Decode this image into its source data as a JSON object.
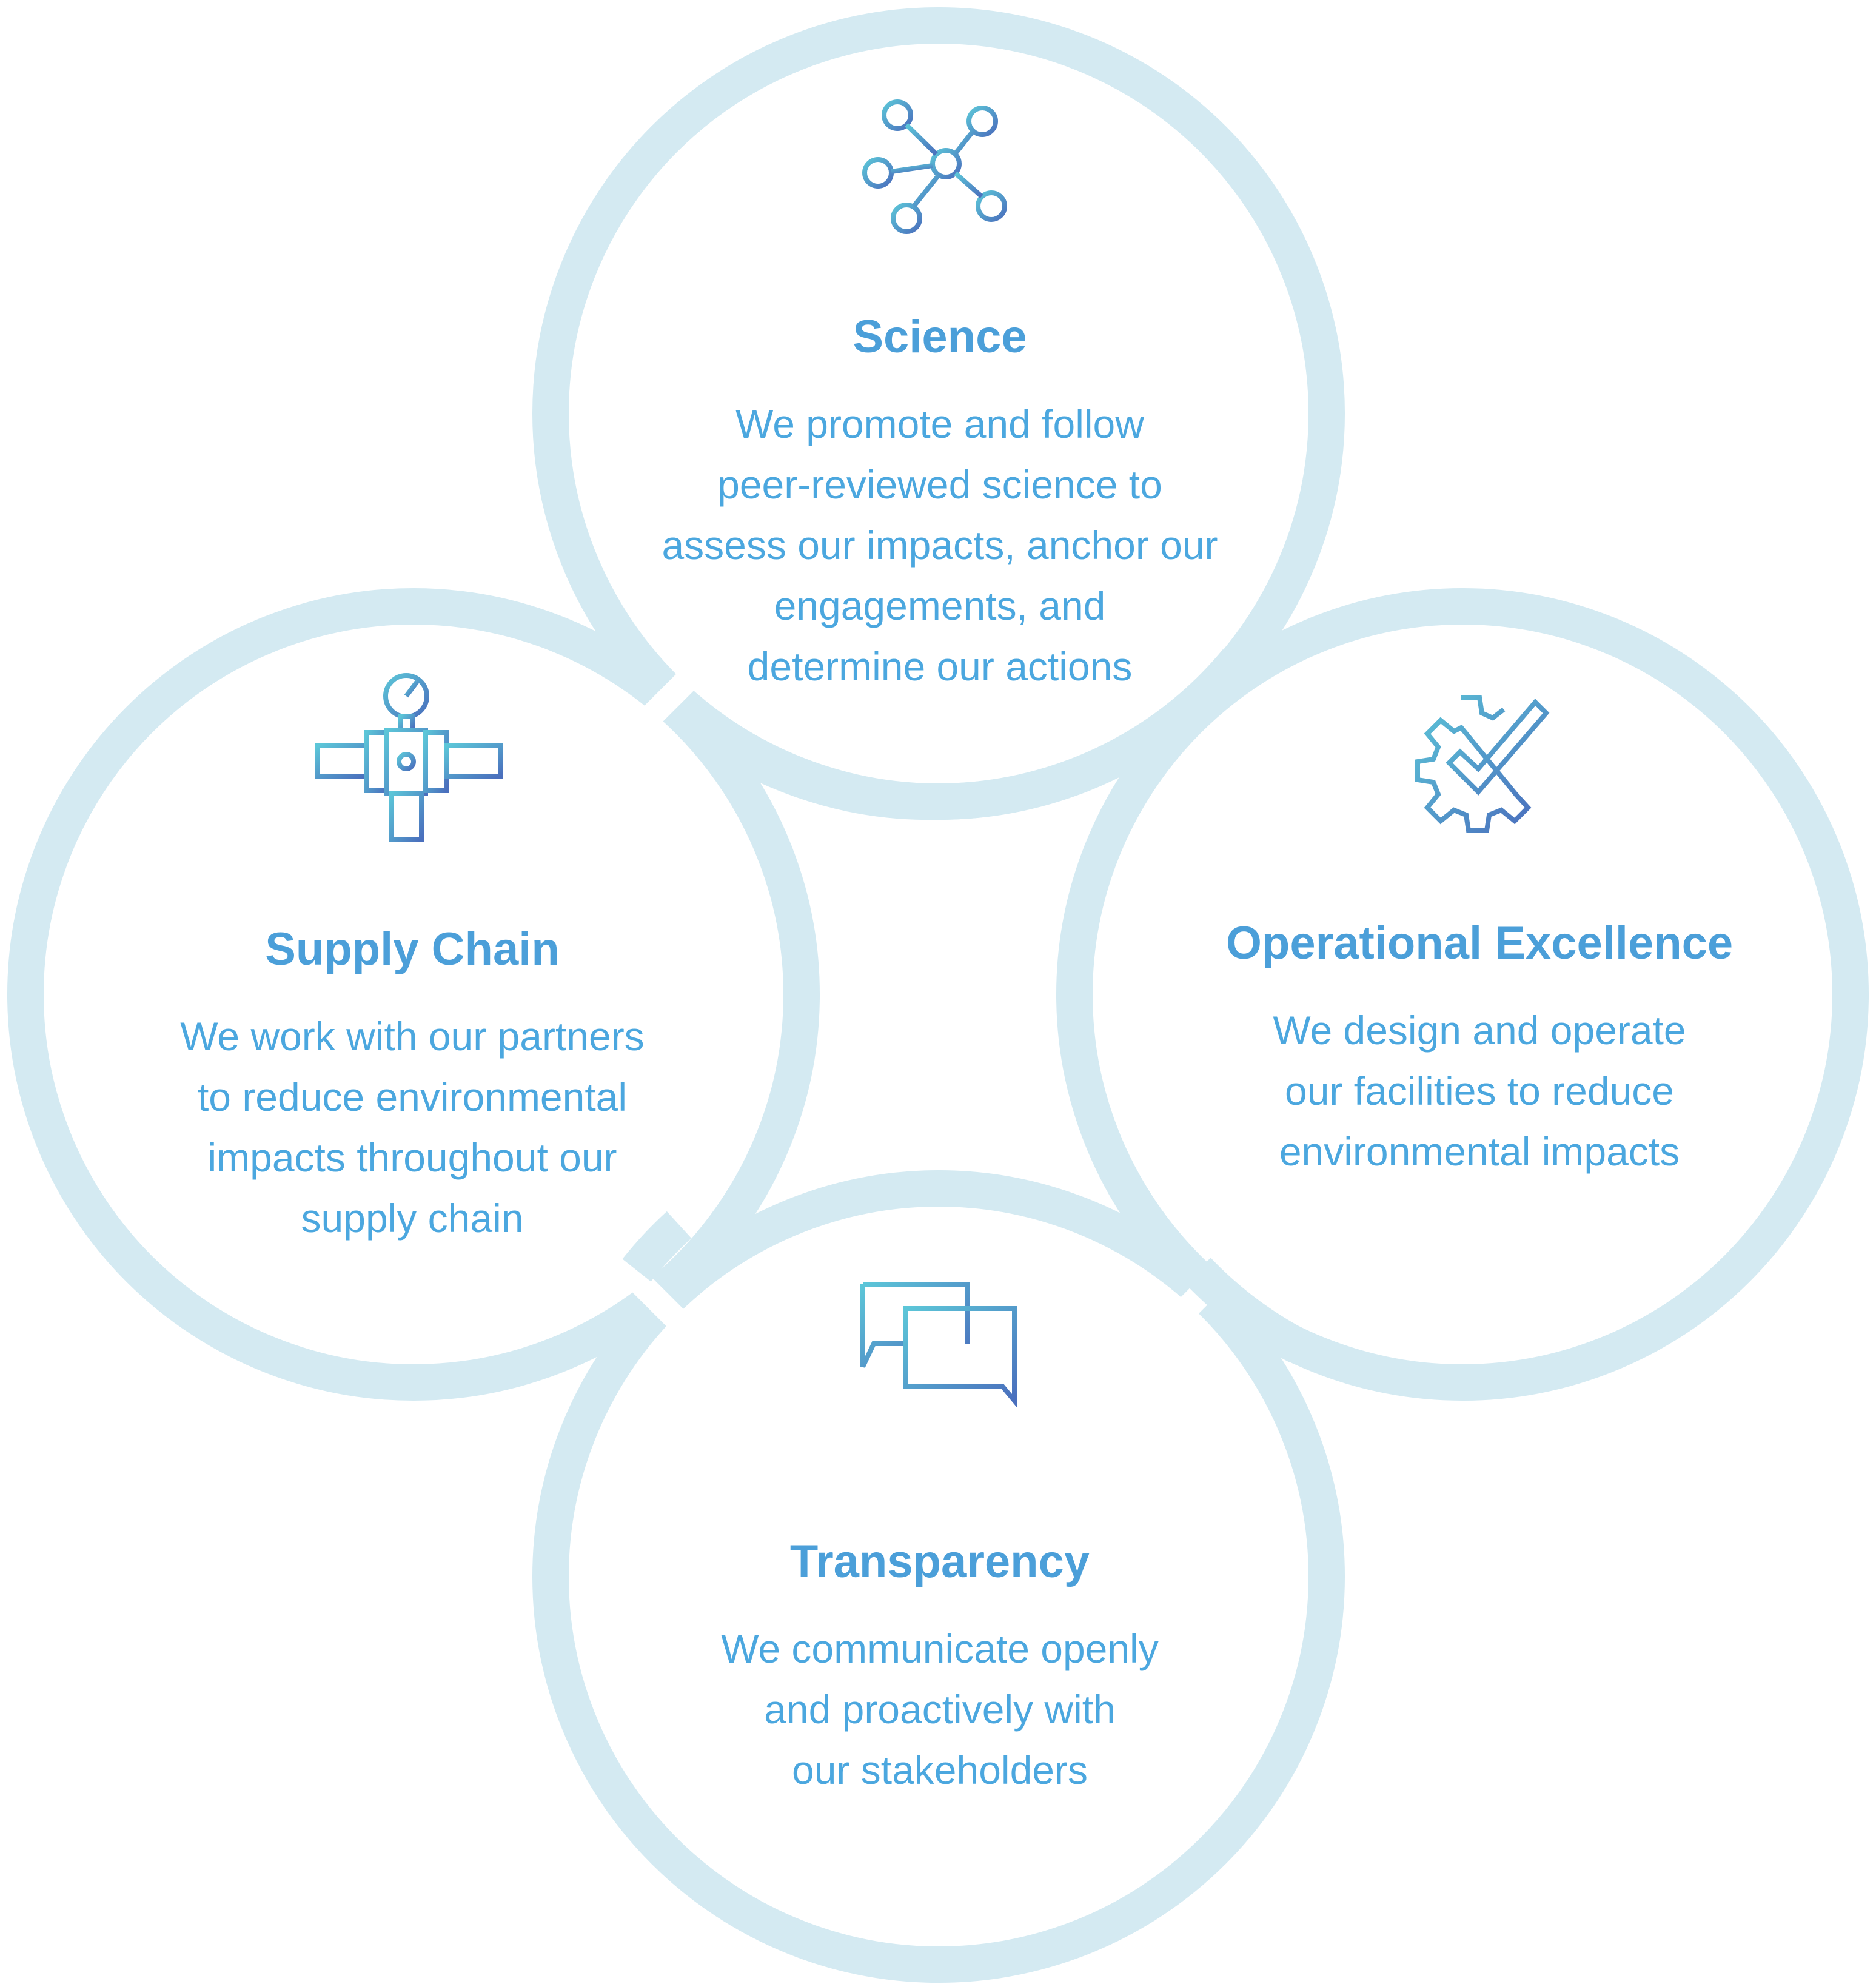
{
  "colors": {
    "ring": "#d4eaf2",
    "text": "#4ba7df",
    "icon_gradient_start": "#5cc6d8",
    "icon_gradient_end": "#4a6fbd"
  },
  "pillars": {
    "science": {
      "icon": "network-icon",
      "title": "Science",
      "body": "We promote and follow\npeer-reviewed science to\nassess our impacts, anchor our\nengagements, and\ndetermine our actions"
    },
    "supply_chain": {
      "icon": "pipe-valve-icon",
      "title": "Supply Chain",
      "body": "We work with our partners\nto reduce environmental\nimpacts throughout our\nsupply chain"
    },
    "operational_excellence": {
      "icon": "gear-check-icon",
      "title": "Operational Excellence",
      "body": "We design and operate\nour facilities to reduce\nenvironmental impacts"
    },
    "transparency": {
      "icon": "chat-bubbles-icon",
      "title": "Transparency",
      "body": "We communicate openly\nand proactively with\nour stakeholders"
    }
  }
}
